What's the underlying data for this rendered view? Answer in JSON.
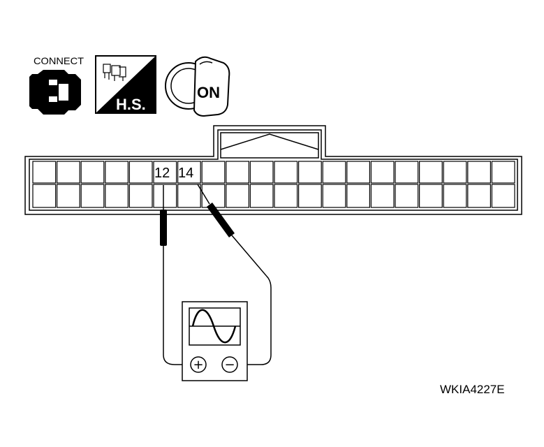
{
  "icons": {
    "connect_label": "CONNECT",
    "hs_label": "H.S.",
    "ignition_label": "ON"
  },
  "connector": {
    "pins": [
      {
        "number": "12",
        "probe": "positive"
      },
      {
        "number": "14",
        "probe": "negative"
      }
    ]
  },
  "meter": {
    "positive_symbol": "+",
    "negative_symbol": "−",
    "display": "sine-waveform"
  },
  "figure_id": "WKIA4227E"
}
